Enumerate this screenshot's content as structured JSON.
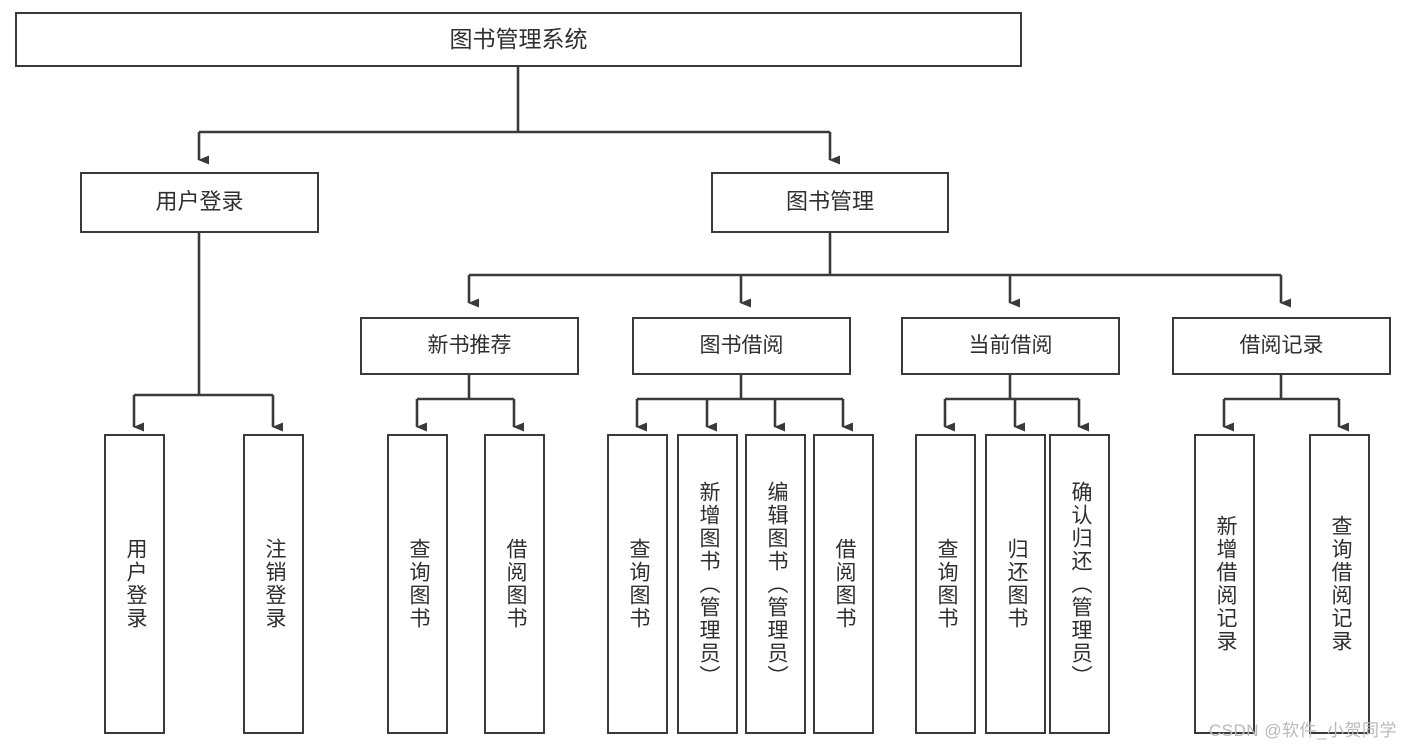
{
  "diagram": {
    "title": "图书管理系统",
    "type": "tree",
    "watermark": "CSDN @软件_小贺同学",
    "colors": {
      "box_border": "#3a3a3a",
      "box_fill": "#ffffff",
      "connector": "#3a3a3a",
      "text": "#2f2f2f",
      "watermark": "#b9b9b9",
      "background": "#ffffff"
    },
    "root": {
      "label": "图书管理系统"
    },
    "level2": [
      {
        "label": "用户登录"
      },
      {
        "label": "图书管理"
      }
    ],
    "level3": [
      {
        "label": "新书推荐"
      },
      {
        "label": "图书借阅"
      },
      {
        "label": "当前借阅"
      },
      {
        "label": "借阅记录"
      }
    ],
    "leaves": {
      "user_login": [
        {
          "label": "用户登录"
        },
        {
          "label": "注销登录"
        }
      ],
      "new_book_recommend": [
        {
          "label": "查询图书"
        },
        {
          "label": "借阅图书"
        }
      ],
      "book_borrow": [
        {
          "label": "查询图书"
        },
        {
          "label": "新增图书（管理员）"
        },
        {
          "label": "编辑图书（管理员）"
        },
        {
          "label": "借阅图书"
        }
      ],
      "current_borrow": [
        {
          "label": "查询图书"
        },
        {
          "label": "归还图书"
        },
        {
          "label": "确认归还（管理员）"
        }
      ],
      "borrow_record": [
        {
          "label": "新增借阅记录"
        },
        {
          "label": "查询借阅记录"
        }
      ]
    }
  }
}
